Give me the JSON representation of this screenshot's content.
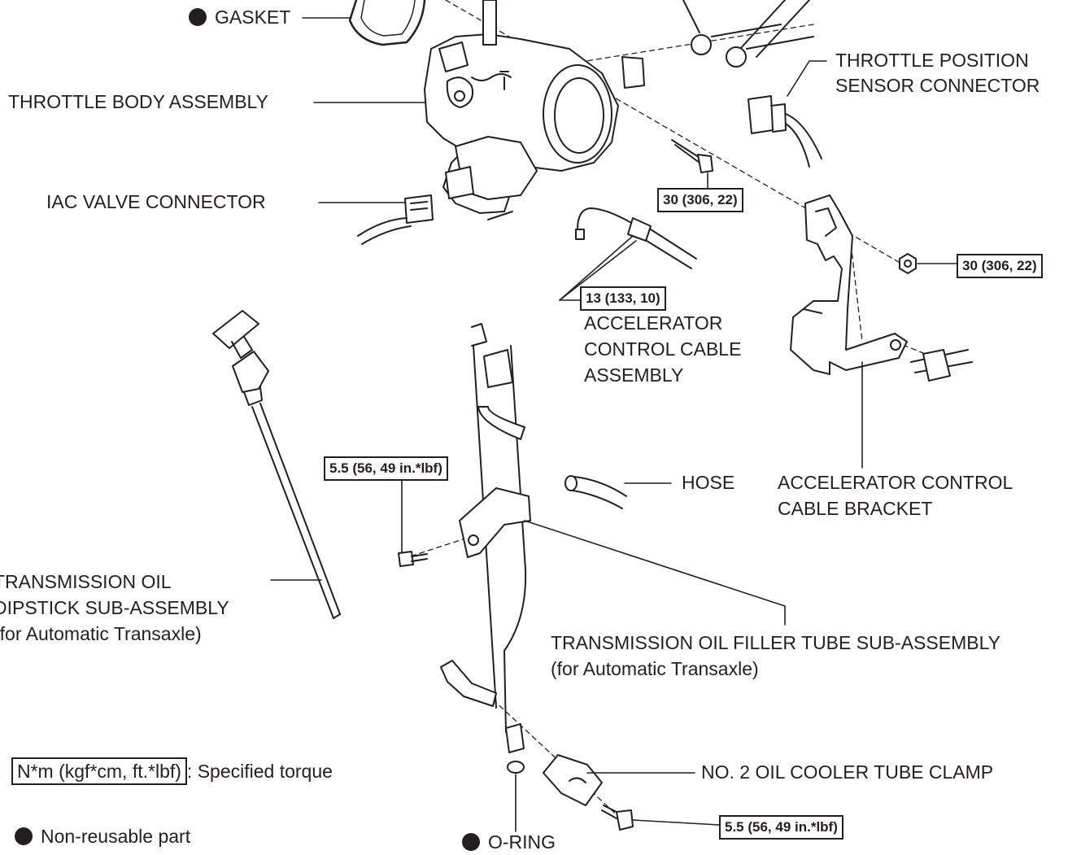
{
  "parts": {
    "gasket": "GASKET",
    "throttle_body": "THROTTLE BODY ASSEMBLY",
    "iac_connector": "IAC VALVE CONNECTOR",
    "tps_line1": "THROTTLE POSITION",
    "tps_line2": "SENSOR CONNECTOR",
    "accel_cable_line1": "ACCELERATOR",
    "accel_cable_line2": "CONTROL CABLE",
    "accel_cable_line3": "ASSEMBLY",
    "hose": "HOSE",
    "accel_bracket_line1": "ACCELERATOR CONTROL",
    "accel_bracket_line2": "CABLE BRACKET",
    "dipstick_line1": "TRANSMISSION OIL",
    "dipstick_line2": "DIPSTICK SUB-ASSEMBLY",
    "dipstick_line3": "(for Automatic Transaxle)",
    "filler_tube_line1": "TRANSMISSION OIL FILLER TUBE SUB-ASSEMBLY",
    "filler_tube_line2": "(for Automatic Transaxle)",
    "clamp": "NO. 2 OIL COOLER TUBE CLAMP",
    "o_ring": "O-RING"
  },
  "torques": {
    "throttle_bolt": "30 (306, 22)",
    "bracket_nut": "30 (306, 22)",
    "cable_nut": "13 (133, 10)",
    "filler_bolt": "5.5 (56, 49 in.*lbf)",
    "clamp_bolt": "5.5 (56, 49 in.*lbf)"
  },
  "legend": {
    "torque_box": "N*m (kgf*cm, ft.*lbf)",
    "torque_desc": ": Specified torque",
    "nonreusable": "Non-reusable part"
  },
  "icons": {
    "nonreusable_marker": "filled-circle-icon"
  }
}
